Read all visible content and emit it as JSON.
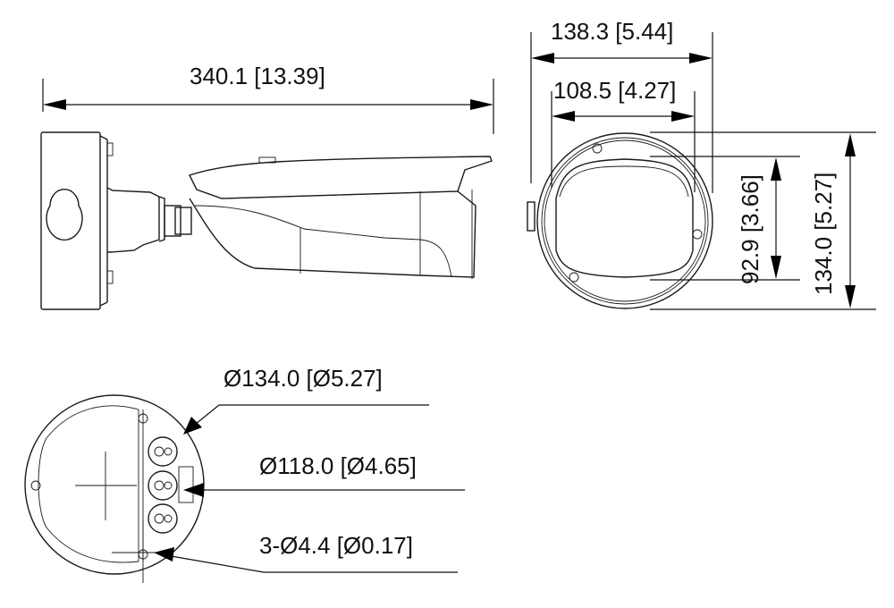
{
  "side_view": {
    "overall_length": "340.1 [13.39]"
  },
  "front_view": {
    "outer_width": "138.3 [5.44]",
    "inner_width": "108.5 [4.27]",
    "inner_height": "92.9 [3.66]",
    "outer_height": "134.0 [5.27]"
  },
  "mount_base_view": {
    "outer_diameter": "Ø134.0 [Ø5.27]",
    "hole_circle_diameter": "Ø118.0 [Ø4.65]",
    "mounting_holes": "3-Ø4.4 [Ø0.17]"
  },
  "colors": {
    "line": "#1a1a1a",
    "background": "#ffffff"
  }
}
